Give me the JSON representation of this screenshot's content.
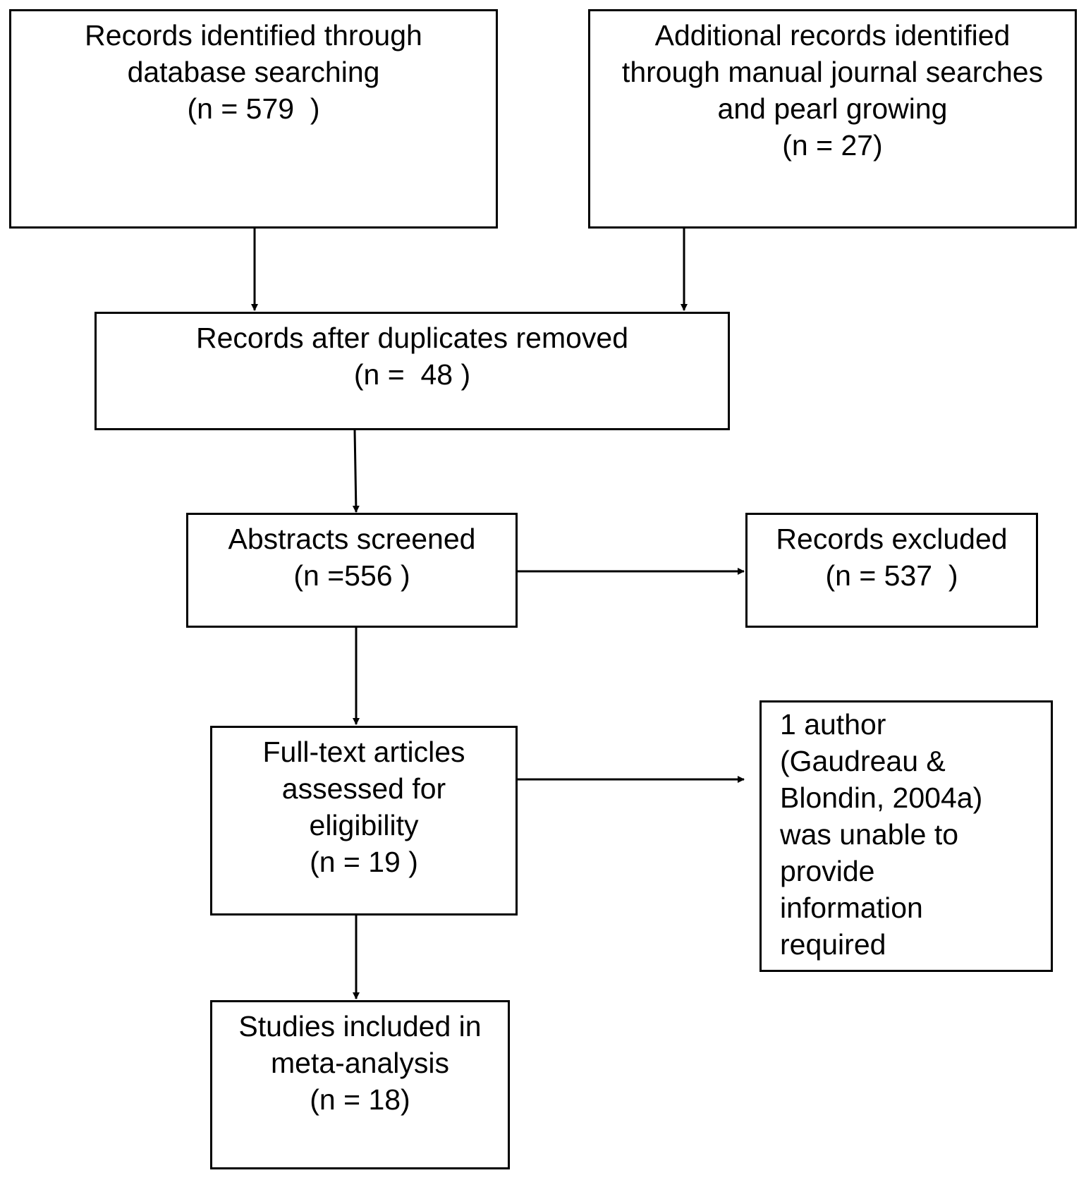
{
  "boxes": {
    "database": {
      "lines": [
        "Records identified through",
        "database searching",
        "(n = 579  )"
      ]
    },
    "additional": {
      "lines": [
        "Additional records identified",
        "through manual journal searches",
        "and pearl growing",
        "(n = 27)"
      ]
    },
    "duplicates": {
      "lines": [
        "Records after duplicates removed",
        "(n =  48 )"
      ]
    },
    "abstracts": {
      "lines": [
        "Abstracts screened",
        "(n =556 )"
      ]
    },
    "excluded": {
      "lines": [
        "Records excluded",
        "(n = 537  )"
      ]
    },
    "fulltext": {
      "lines": [
        "Full-text articles",
        "assessed for",
        "eligibility",
        "(n = 19 )"
      ]
    },
    "author": {
      "lines": [
        "1 author",
        "(Gaudreau &",
        "Blondin, 2004a)",
        "was unable to",
        "provide",
        "information",
        "required"
      ]
    },
    "included": {
      "lines": [
        "Studies included in",
        "meta-analysis",
        "(n = 18)"
      ]
    }
  }
}
